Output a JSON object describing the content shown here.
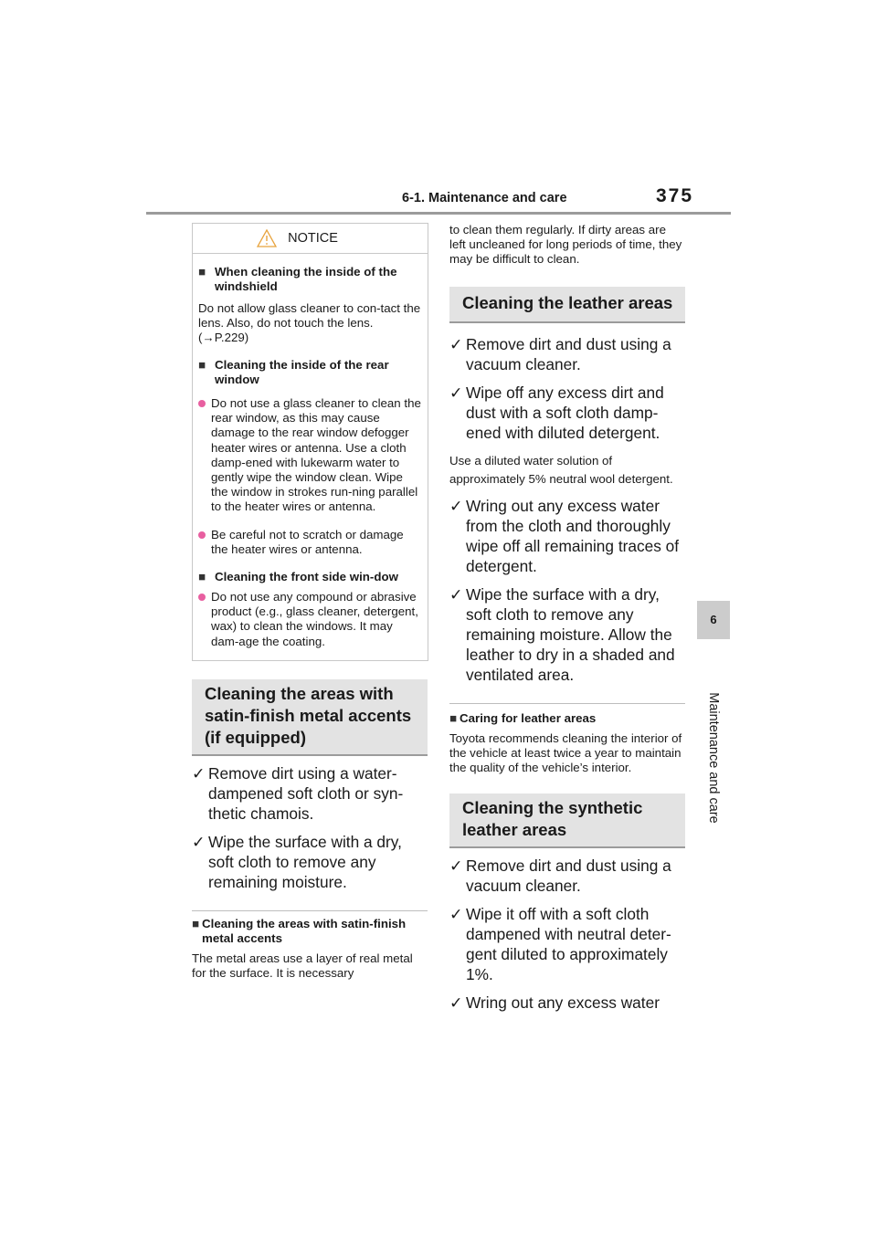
{
  "header": {
    "section": "6-1. Maintenance and care",
    "page": "375"
  },
  "side_tab": {
    "number": "6",
    "label": "Maintenance and care"
  },
  "notice": {
    "title": "NOTICE",
    "blocks": [
      {
        "heading": "When cleaning the inside of the windshield",
        "text": "Do not allow glass cleaner to con-tact the lens. Also, do not touch the lens. (→P.229)"
      },
      {
        "heading": "Cleaning the inside of the rear window",
        "bullets": [
          "Do not use a glass cleaner to clean the rear window, as this may cause damage to the rear window defogger heater wires or antenna. Use a cloth damp-ened with lukewarm water to gently wipe the window clean. Wipe the window in strokes run-ning parallel to the heater wires or antenna.",
          "Be careful not to scratch or damage the heater wires or antenna."
        ]
      },
      {
        "heading": "Cleaning the front side win-dow",
        "bullets": [
          "Do not use any compound or abrasive product (e.g., glass cleaner, detergent, wax) to clean the windows. It may dam-age the coating."
        ]
      }
    ]
  },
  "satin": {
    "title": "Cleaning the areas with satin-finish metal accents (if equipped)",
    "bullets": [
      "Remove dirt using a water-dampened soft cloth or syn-thetic chamois.",
      "Wipe the surface with a dry, soft cloth to remove any remaining moisture."
    ],
    "sub_heading": "Cleaning the areas with satin-finish metal accents",
    "sub_text": "The metal areas use a layer of real metal for the surface. It is necessary"
  },
  "right_intro": "to clean them regularly. If dirty areas are left uncleaned for long periods of time, they may be difficult to clean.",
  "leather": {
    "title": "Cleaning the leather areas",
    "bullets_a": [
      "Remove dirt and dust using a vacuum cleaner.",
      "Wipe off any excess dirt and dust with a soft cloth damp-ened with diluted detergent."
    ],
    "note": "Use a diluted water solution of approximately 5% neutral wool detergent.",
    "bullets_b": [
      "Wring out any excess water from the cloth and thoroughly wipe off all remaining traces of detergent.",
      "Wipe the surface with a dry, soft cloth to remove any remaining moisture. Allow the leather to dry in a shaded and ventilated area."
    ],
    "sub_heading": "Caring for leather areas",
    "sub_text": "Toyota recommends cleaning the interior of the vehicle at least twice a year to maintain the quality of the vehicle’s interior."
  },
  "synthetic": {
    "title": "Cleaning the synthetic leather areas",
    "bullets": [
      "Remove dirt and dust using a vacuum cleaner.",
      "Wipe it off with a soft cloth dampened with neutral deter-gent diluted to approximately 1%.",
      "Wring out any excess water"
    ]
  },
  "symbols": {
    "square": "■",
    "check": "✓",
    "warning_icon": "warning-triangle-icon"
  },
  "colors": {
    "dot": "#e85fa0",
    "section_box": "#e3e3e3",
    "rule": "#9b9b9b"
  }
}
